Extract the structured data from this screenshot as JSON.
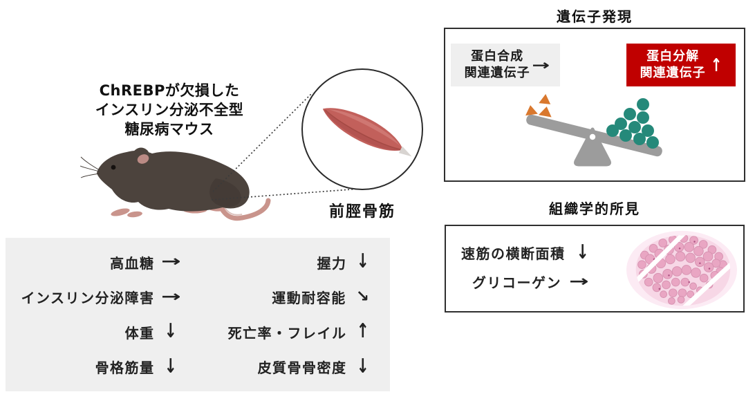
{
  "mouse_section": {
    "title_lines": [
      "ChREBPが欠損した",
      "インスリン分泌不全型",
      "糖尿病マウス"
    ],
    "muscle_label": "前脛骨筋"
  },
  "phenotype_box": {
    "items": [
      {
        "label": "高血糖",
        "arrow": "→"
      },
      {
        "label": "握力",
        "arrow": "↓"
      },
      {
        "label": "インスリン分泌障害",
        "arrow": "→"
      },
      {
        "label": "運動耐容能",
        "arrow": "↘"
      },
      {
        "label": "体重",
        "arrow": "↓"
      },
      {
        "label": "死亡率・フレイル",
        "arrow": "↑"
      },
      {
        "label": "骨格筋量",
        "arrow": "↓"
      },
      {
        "label": "皮質骨骨密度",
        "arrow": "↓"
      }
    ]
  },
  "gene_panel": {
    "title": "遺伝子発現",
    "synthesis": {
      "line1": "蛋白合成",
      "line2": "関連遺伝子",
      "arrow": "→"
    },
    "degradation": {
      "line1": "蛋白分解",
      "line2": "関連遺伝子",
      "arrow": "↑"
    }
  },
  "histology_panel": {
    "title": "組織学的所見",
    "findings": [
      {
        "label": "速筋の横断面積",
        "arrow": "↓"
      },
      {
        "label": "グリコーゲン",
        "arrow": "→"
      }
    ]
  },
  "colors": {
    "degradation_chip_bg": "#c00000",
    "synthesis_chip_bg": "#efefef",
    "phenotype_box_bg": "#efefef",
    "seesaw_gray": "#9c9c9c",
    "triangle_orange": "#d9782e",
    "circle_teal": "#25897a",
    "muscle_red": "#c2605b",
    "mouse_body": "#4c433d",
    "mouse_pink": "#c9948c",
    "histology_fiber_pink": "#e9a6c3"
  }
}
